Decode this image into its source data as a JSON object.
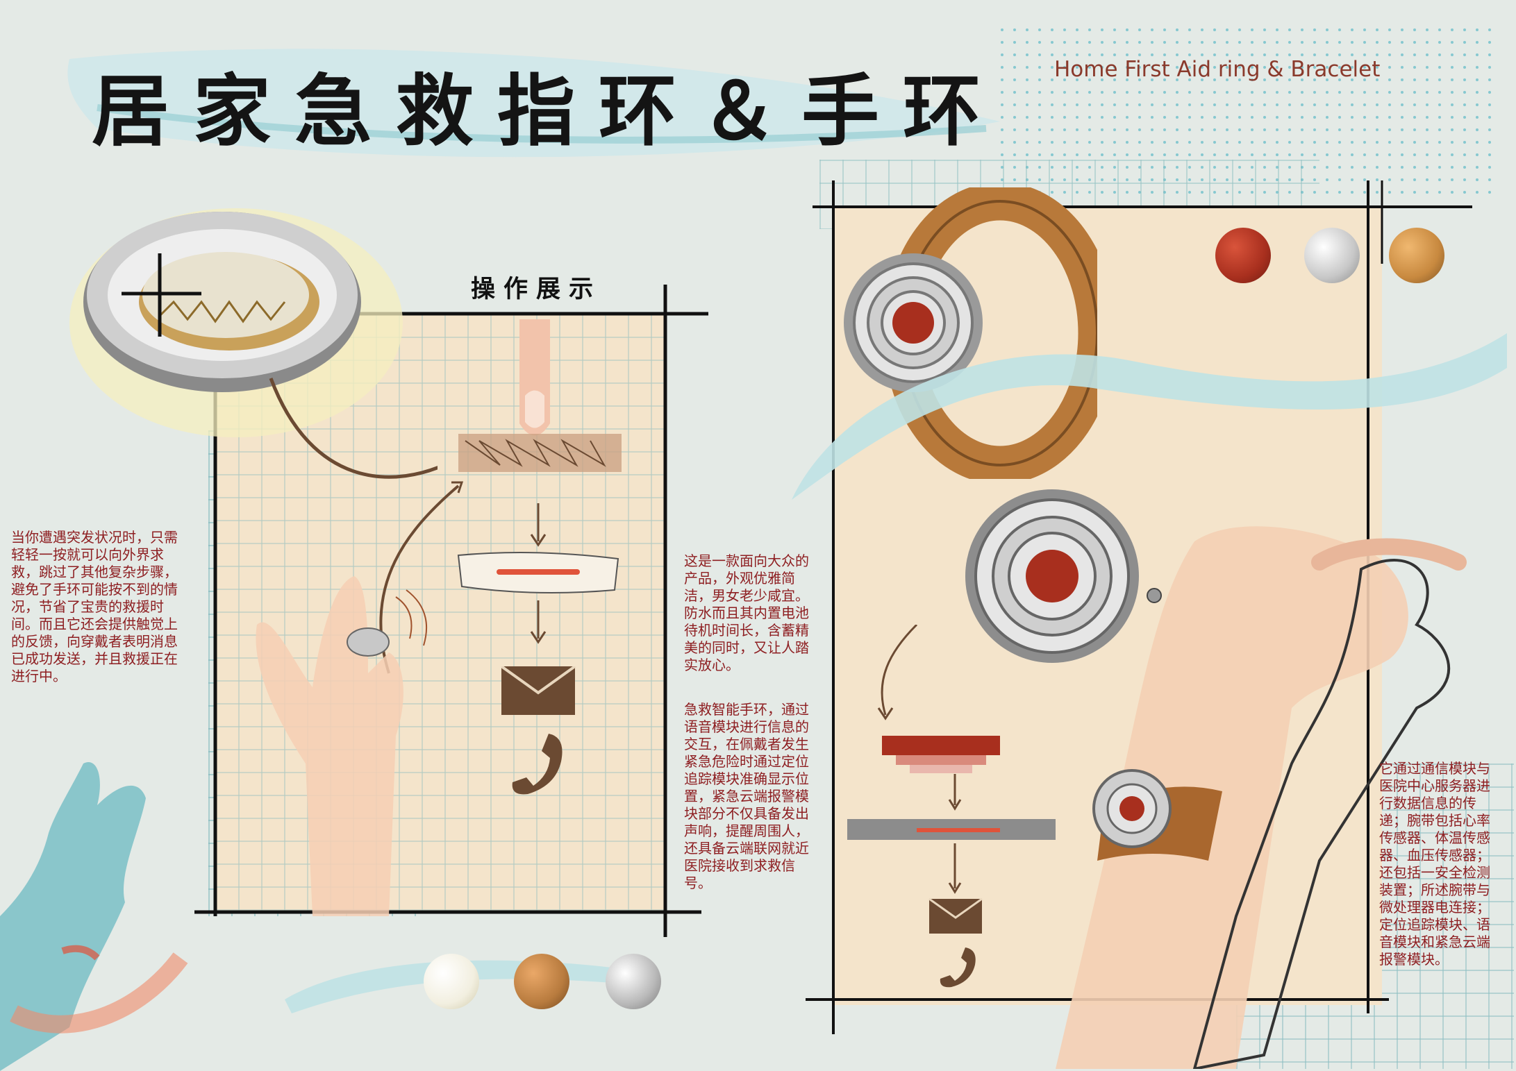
{
  "title": "居家急救指环＆手环",
  "subtitle": "Home First Aid ring & Bracelet",
  "section_title": "操作展示",
  "texts": {
    "left": "当你遭遇突发状况时，只需\n轻轻一按就可以向外界求\n救，跳过了其他复杂步骤，\n避免了手环可能按不到的情\n况，节省了宝贵的救援时\n间。而且它还会提供触觉上\n的反馈，向穿戴者表明消息\n已成功发送，并且救援正在\n进行中。",
    "middle_top": "这是一款面向大众的\n产品，外观优雅简\n洁，男女老少咸宜。\n防水而且其内置电池\n待机时间长，含蓄精\n美的同时，又让人踏\n实放心。",
    "middle_bottom": "急救智能手环，通过\n语音模块进行信息的\n交互，在佩戴者发生\n紧急危险时通过定位\n追踪模块准确显示位\n置，紧急云端报警模\n块部分不仅具备发出\n声响，提醒周围人，\n还具备云端联网就近\n医院接收到求救信\n号。",
    "right": "它通过通信模块与\n医院中心服务器进\n行数据信息的传\n递；腕带包括心率\n传感器、体温传感\n器、血压传感器；\n还包括一安全检测\n装置；所述腕带与\n微处理器电连接；\n定位追踪模块、语\n音模块和紧急云端\n报警模块。"
  },
  "icons": {
    "ring": "ring-product-icon",
    "bracelet": "bracelet-product-icon",
    "finger": "finger-press-icon",
    "hand": "hand-with-ring-icon",
    "envelope": "envelope-icon",
    "phone": "phone-handset-icon"
  },
  "colors": {
    "background": "#e4eae6",
    "panel": "#f4e4cb",
    "accent_red": "#a82f1e",
    "accent_brown": "#6b4a32",
    "text_red": "#8e1f22",
    "wood": "#b8793a",
    "silver": "#b5b5b5",
    "teal": "#7fc2c8"
  },
  "swatches_top": [
    "#a82f1e",
    "#c7c7c7",
    "#c8893f"
  ],
  "swatches_bottom": [
    "#f2efe0",
    "#b87b3e",
    "#b9b9b9"
  ]
}
